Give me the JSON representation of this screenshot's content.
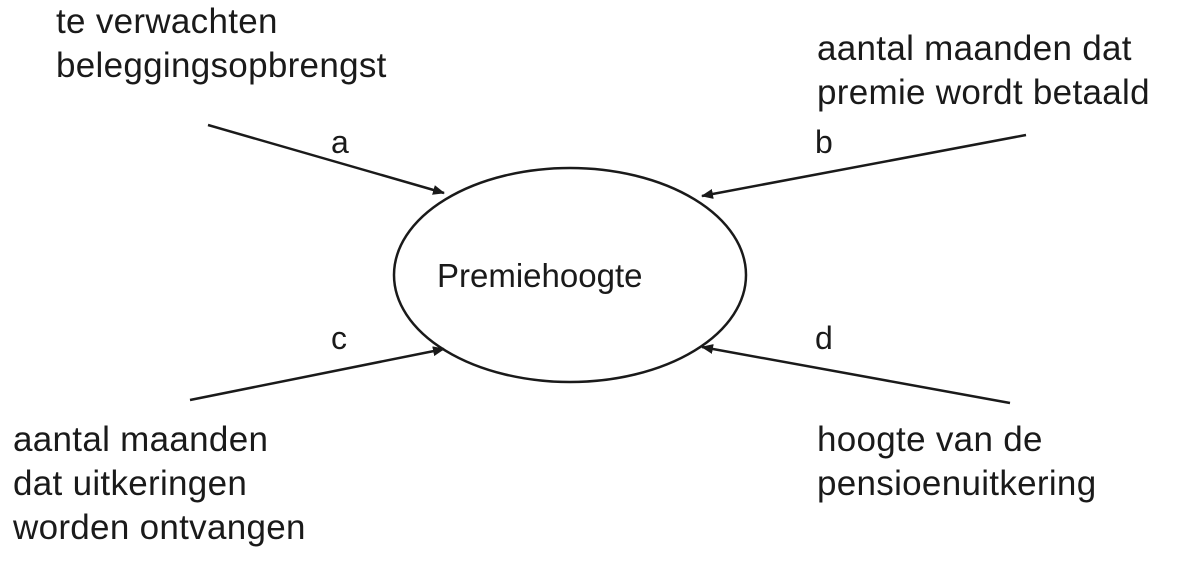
{
  "center": {
    "label": "Premiehoogte"
  },
  "factors": [
    {
      "id": "a",
      "letter": "a",
      "lines": [
        "te verwachten",
        "beleggingsopbrengst"
      ]
    },
    {
      "id": "b",
      "letter": "b",
      "lines": [
        "aantal maanden dat",
        "premie wordt betaald"
      ]
    },
    {
      "id": "c",
      "letter": "c",
      "lines": [
        "aantal maanden",
        "dat uitkeringen",
        "worden ontvangen"
      ]
    },
    {
      "id": "d",
      "letter": "d",
      "lines": [
        "hoogte van de",
        "pensioenuitkering"
      ]
    }
  ],
  "colors": {
    "ink": "#1a1a1a",
    "background": "#ffffff"
  }
}
